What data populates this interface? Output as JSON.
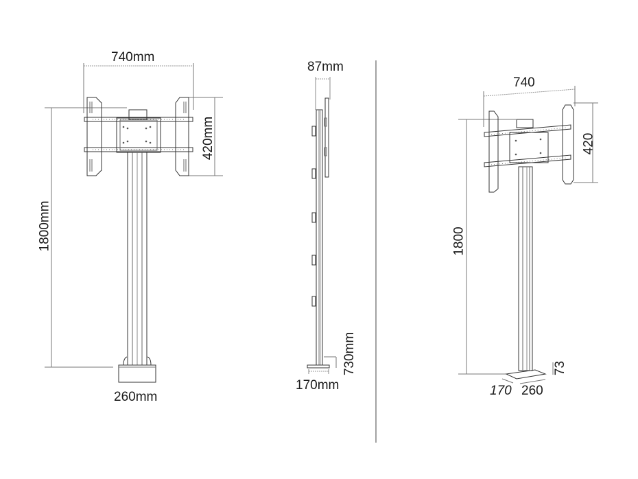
{
  "front_view": {
    "width_label": "740mm",
    "height_label": "1800mm",
    "bracket_height_label": "420mm",
    "base_width_label": "260mm"
  },
  "side_view": {
    "depth_label": "87mm",
    "base_height_label": "730mm",
    "base_depth_label": "170mm"
  },
  "iso_view": {
    "width_label": "740",
    "height_label": "1800",
    "bracket_height_label": "420",
    "base_height_label": "73",
    "base_depth_label": "170",
    "base_width_label": "260"
  },
  "colors": {
    "line": "#333333",
    "dim": "#555555",
    "background": "#ffffff"
  }
}
